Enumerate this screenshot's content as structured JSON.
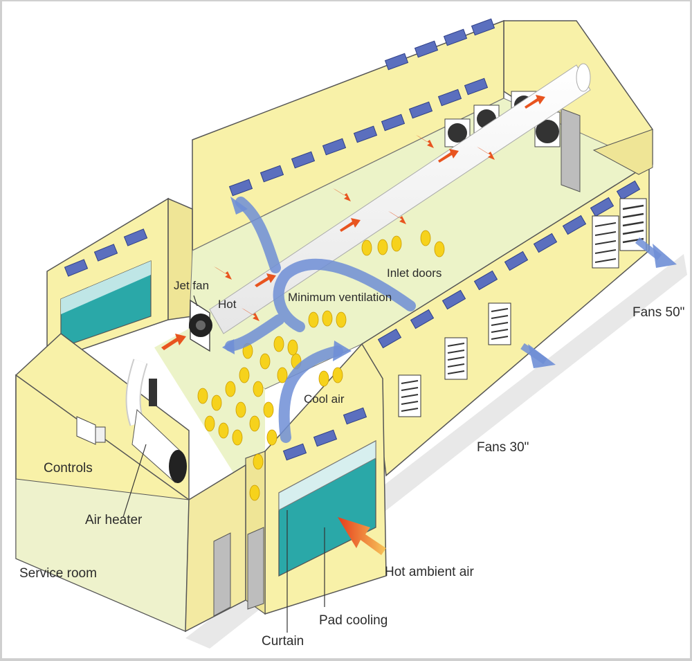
{
  "labels": {
    "jet_fan": "Jet fan",
    "hot": "Hot",
    "minimum_ventilation": "Minimum ventilation",
    "inlet_doors": "Inlet doors",
    "fans_50": "Fans 50\"",
    "cool_air": "Cool air",
    "fans_30": "Fans 30\"",
    "controls": "Controls",
    "air_heater": "Air heater",
    "service_room": "Service room",
    "hot_ambient_air": "Hot ambient air",
    "pad_cooling": "Pad cooling",
    "curtain": "Curtain"
  },
  "colors": {
    "wall": "#f8f1a8",
    "wall_shade": "#eadf8c",
    "floor": "#ecf3c8",
    "inlet": "#5b6fbe",
    "pad": "#2aa8a8",
    "airflow_blue": "#6f8fd6",
    "hot_arrow": "#e8541f",
    "outline": "#555555"
  }
}
